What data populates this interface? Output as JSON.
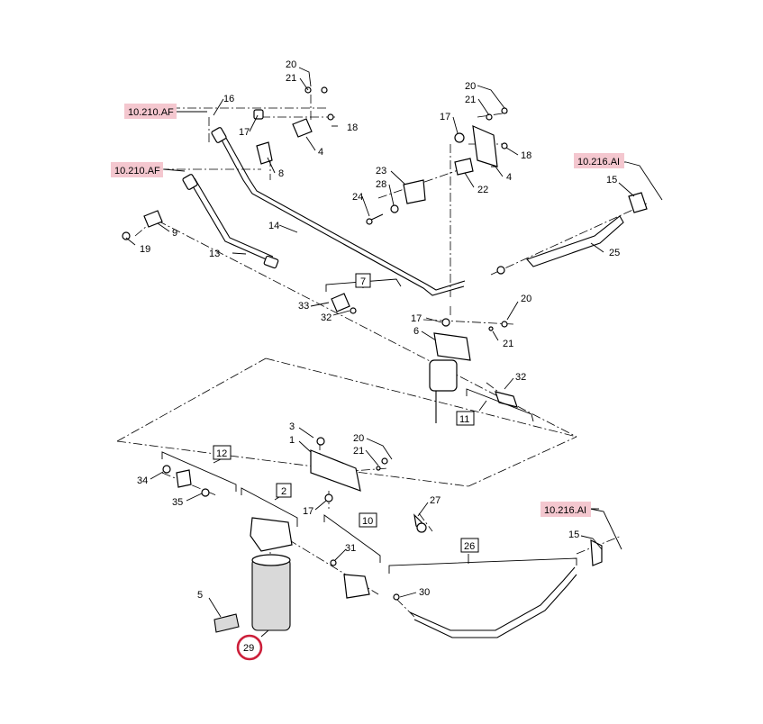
{
  "refs": [
    {
      "id": "ref-a1",
      "label": "10.210.AF"
    },
    {
      "id": "ref-a2",
      "label": "10.210.AF"
    },
    {
      "id": "ref-b1",
      "label": "10.216.AI"
    },
    {
      "id": "ref-b2",
      "label": "10.216.AI"
    }
  ],
  "callouts": [
    {
      "id": "c20a",
      "label": "20"
    },
    {
      "id": "c21a",
      "label": "21"
    },
    {
      "id": "c16",
      "label": "16"
    },
    {
      "id": "c17a",
      "label": "17"
    },
    {
      "id": "c18a",
      "label": "18"
    },
    {
      "id": "c4a",
      "label": "4"
    },
    {
      "id": "c8",
      "label": "8"
    },
    {
      "id": "c9",
      "label": "9"
    },
    {
      "id": "c19",
      "label": "19"
    },
    {
      "id": "c13",
      "label": "13"
    },
    {
      "id": "c14",
      "label": "14"
    },
    {
      "id": "c20b",
      "label": "20"
    },
    {
      "id": "c21b",
      "label": "21"
    },
    {
      "id": "c17b",
      "label": "17"
    },
    {
      "id": "c18b",
      "label": "18"
    },
    {
      "id": "c4b",
      "label": "4"
    },
    {
      "id": "c23",
      "label": "23"
    },
    {
      "id": "c28",
      "label": "28"
    },
    {
      "id": "c24",
      "label": "24"
    },
    {
      "id": "c22",
      "label": "22"
    },
    {
      "id": "c15a",
      "label": "15"
    },
    {
      "id": "c25",
      "label": "25"
    },
    {
      "id": "c33",
      "label": "33"
    },
    {
      "id": "c32a",
      "label": "32"
    },
    {
      "id": "c17c",
      "label": "17"
    },
    {
      "id": "c6",
      "label": "6"
    },
    {
      "id": "c20c",
      "label": "20"
    },
    {
      "id": "c21c",
      "label": "21"
    },
    {
      "id": "c32b",
      "label": "32"
    },
    {
      "id": "c3",
      "label": "3"
    },
    {
      "id": "c1",
      "label": "1"
    },
    {
      "id": "c20d",
      "label": "20"
    },
    {
      "id": "c21d",
      "label": "21"
    },
    {
      "id": "c34",
      "label": "34"
    },
    {
      "id": "c35",
      "label": "35"
    },
    {
      "id": "c17d",
      "label": "17"
    },
    {
      "id": "c27",
      "label": "27"
    },
    {
      "id": "c15b",
      "label": "15"
    },
    {
      "id": "c31",
      "label": "31"
    },
    {
      "id": "c5",
      "label": "5"
    },
    {
      "id": "c30",
      "label": "30"
    }
  ],
  "group_boxes": [
    {
      "id": "g7",
      "label": "7"
    },
    {
      "id": "g11",
      "label": "11"
    },
    {
      "id": "g12",
      "label": "12"
    },
    {
      "id": "g2",
      "label": "2"
    },
    {
      "id": "g10",
      "label": "10"
    },
    {
      "id": "g26",
      "label": "26"
    }
  ],
  "highlight": {
    "label": "29",
    "color": "#cc1f3a"
  },
  "colors": {
    "ref_fill": "#f4c7cf",
    "highlight": "#cc1f3a",
    "line": "#000000"
  }
}
